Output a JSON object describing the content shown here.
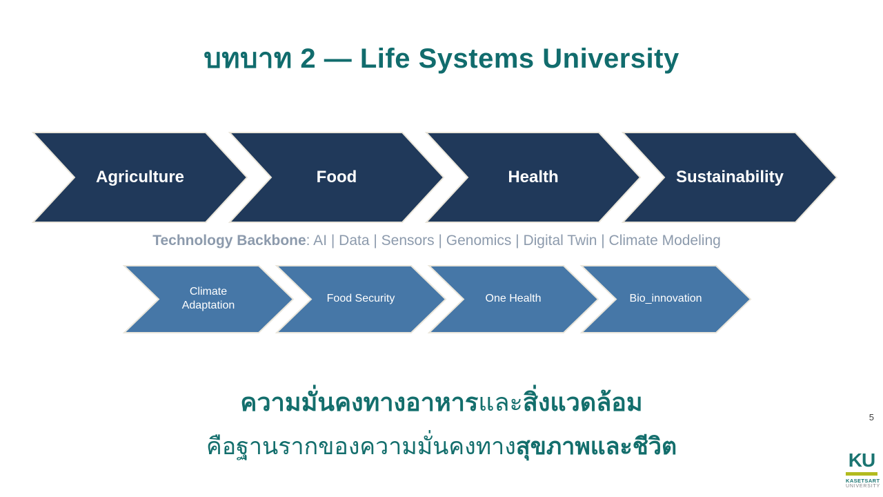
{
  "slide": {
    "title": "บทบาท 2 — Life Systems University",
    "page_number": "5"
  },
  "process_row_top": {
    "items": [
      {
        "label": "Agriculture"
      },
      {
        "label": "Food"
      },
      {
        "label": "Health"
      },
      {
        "label": "Sustainability"
      }
    ]
  },
  "backbone": {
    "label_bold": "Technology Backbone",
    "items_text": ": AI | Data | Sensors | Genomics | Digital Twin | Climate Modeling"
  },
  "process_row_bottom": {
    "items": [
      {
        "label": "Climate Adaptation"
      },
      {
        "label": "Food Security"
      },
      {
        "label": "One Health"
      },
      {
        "label": "Bio_innovation"
      }
    ]
  },
  "footer_message": {
    "line1": [
      {
        "text": "ความมั่นคงทางอาหาร",
        "bold": true
      },
      {
        "text": "และ",
        "bold": false
      },
      {
        "text": "สิ่งแวดล้อม",
        "bold": true
      }
    ],
    "line2": [
      {
        "text": "คือฐานรากของความมั่นคงทาง",
        "bold": false
      },
      {
        "text": "สุขภาพและชีวิต",
        "bold": true
      }
    ]
  },
  "logo": {
    "monogram": "KU",
    "name": "KASETSART",
    "subname": "UNIVERSITY"
  },
  "colors": {
    "title_teal": "#116C6D",
    "chevron_navy": "#20395A",
    "chevron_steel_blue": "#4677A7",
    "chevron_outline": "#EAE6DB",
    "backbone_gray": "#8C9AAC",
    "footer_teal": "#136E6C",
    "ku_teal": "#1A7471",
    "ku_bar_green": "#B2BB1F",
    "ku_gray": "#808285"
  }
}
